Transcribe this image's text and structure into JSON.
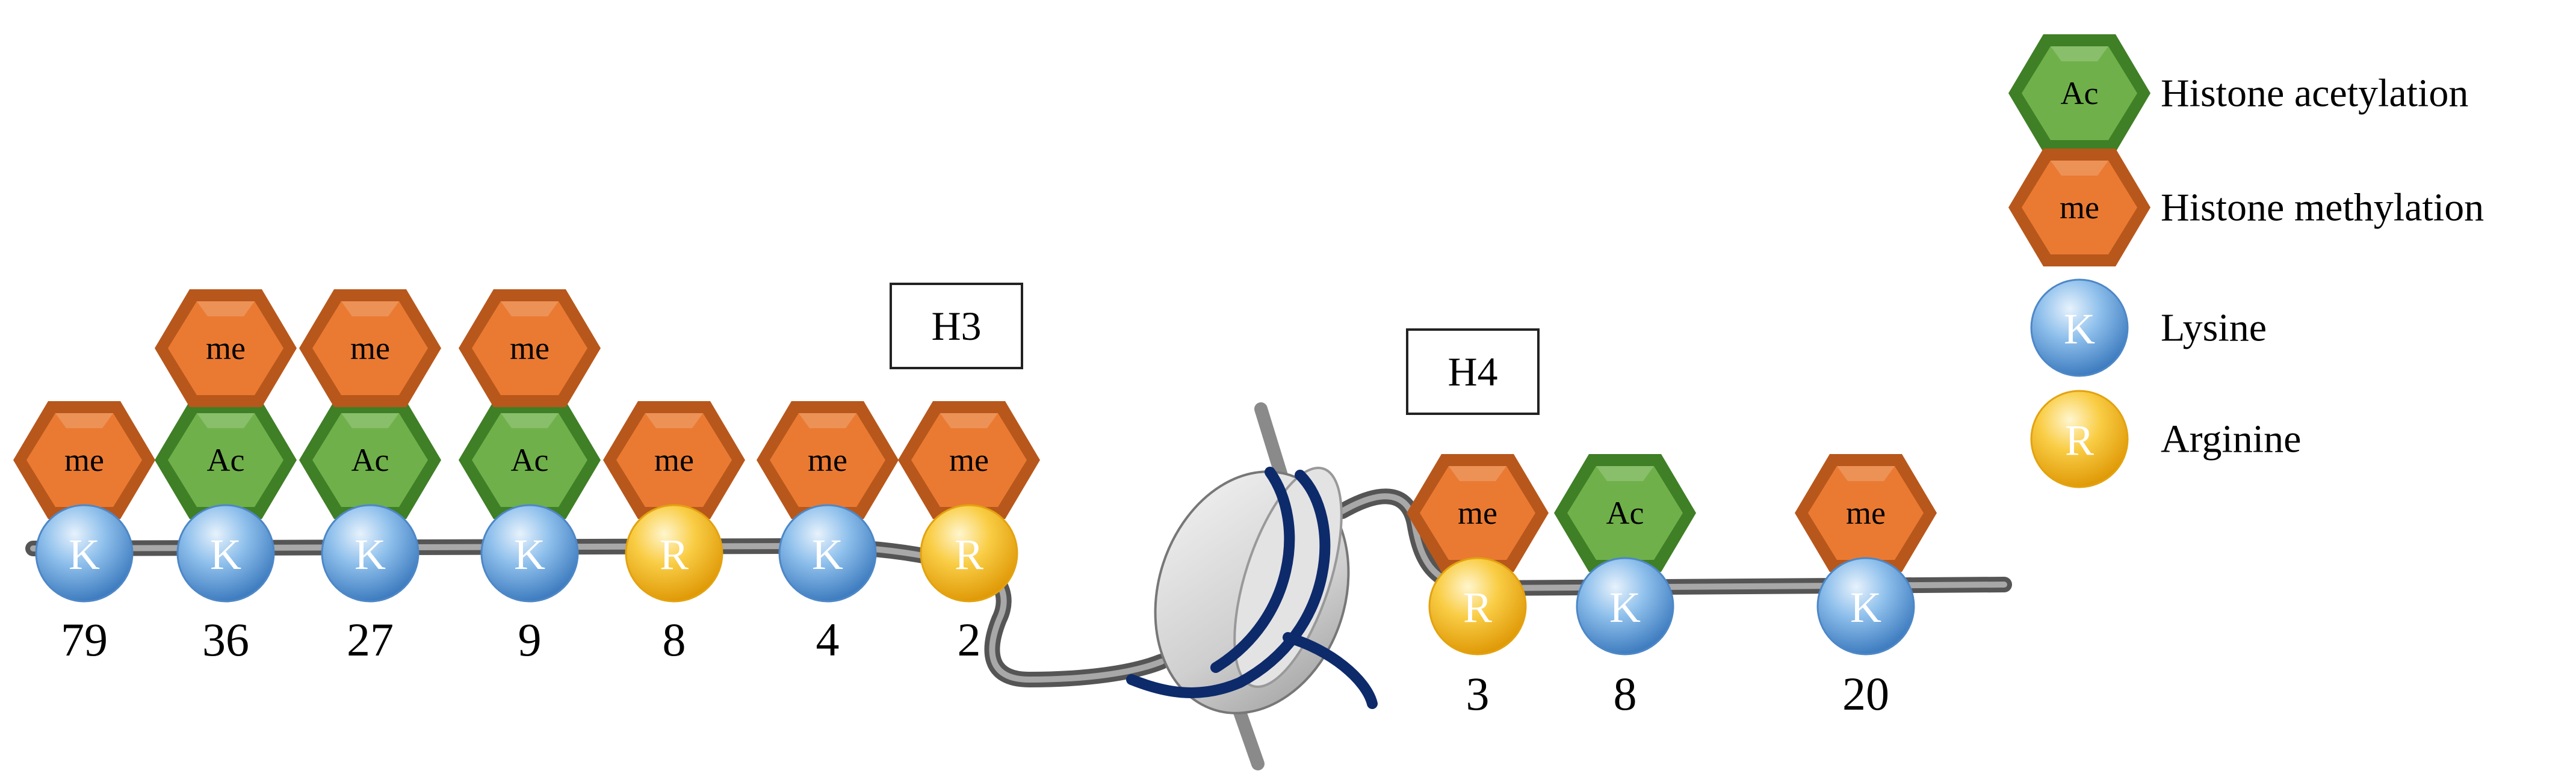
{
  "labels": {
    "h3": "H3",
    "h4": "H4"
  },
  "mark_text": {
    "acetyl": "Ac",
    "methyl": "me"
  },
  "residue_text": {
    "lysine": "K",
    "arginine": "R"
  },
  "legend": [
    {
      "kind": "acetyl",
      "label": "Histone acetylation"
    },
    {
      "kind": "methyl",
      "label": "Histone methylation"
    },
    {
      "kind": "lysine",
      "label": "Lysine"
    },
    {
      "kind": "arginine",
      "label": "Arginine"
    }
  ],
  "h3_residues": [
    {
      "residue": "lysine",
      "number": "79",
      "marks": [
        "methyl"
      ]
    },
    {
      "residue": "lysine",
      "number": "36",
      "marks": [
        "acetyl",
        "methyl"
      ]
    },
    {
      "residue": "lysine",
      "number": "27",
      "marks": [
        "acetyl",
        "methyl"
      ]
    },
    {
      "residue": "lysine",
      "number": "9",
      "marks": [
        "acetyl",
        "methyl"
      ]
    },
    {
      "residue": "arginine",
      "number": "8",
      "marks": [
        "methyl"
      ]
    },
    {
      "residue": "lysine",
      "number": "4",
      "marks": [
        "methyl"
      ]
    },
    {
      "residue": "arginine",
      "number": "2",
      "marks": [
        "methyl"
      ]
    }
  ],
  "h4_residues": [
    {
      "residue": "arginine",
      "number": "3",
      "marks": [
        "methyl"
      ]
    },
    {
      "residue": "lysine",
      "number": "8",
      "marks": [
        "acetyl"
      ]
    },
    {
      "residue": "lysine",
      "number": "20",
      "marks": [
        "methyl"
      ]
    }
  ],
  "colors": {
    "acetyl": "#6fb04a",
    "acetyl_dark": "#3f7f26",
    "methyl": "#ea7a32",
    "methyl_dark": "#b8571b",
    "lysine": "#7fb3e6",
    "lysine_dark": "#4d87c7",
    "arginine": "#f7c43a",
    "arginine_dark": "#e3a20f",
    "strand": "#7a7a7a",
    "dna": "#0d2a6b"
  }
}
